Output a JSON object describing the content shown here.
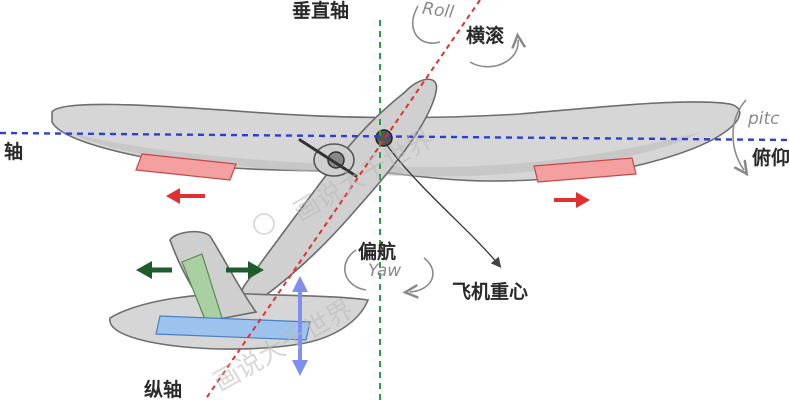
{
  "labels": {
    "vertical_axis": "垂直轴",
    "roll_en": "Roll",
    "roll_cn": "横滚",
    "lateral_axis_fragment": "轴",
    "pitch_en_fragment": "pitc",
    "pitch_cn_fragment": "俯仰",
    "yaw_cn": "偏航",
    "yaw_en": "Yaw",
    "cg": "飞机重心",
    "longitudinal_axis": "纵轴"
  },
  "watermark": {
    "top": "画说大千世界",
    "bottom": "画说大千世界"
  },
  "colors": {
    "vertical_axis": "#2f9e44",
    "lateral_axis": "#2b3fd6",
    "longitudinal_axis": "#e03131",
    "aileron": "#f08a8a",
    "aileron_arrow": "#e03131",
    "rudder": "#9cc49a",
    "rudder_arrow": "#1f5c2b",
    "elevator": "#8fb8e8",
    "elevator_arrow": "#7f8ff0",
    "body_fill": "#d9d9d9",
    "body_stroke": "#6b6b6b"
  }
}
